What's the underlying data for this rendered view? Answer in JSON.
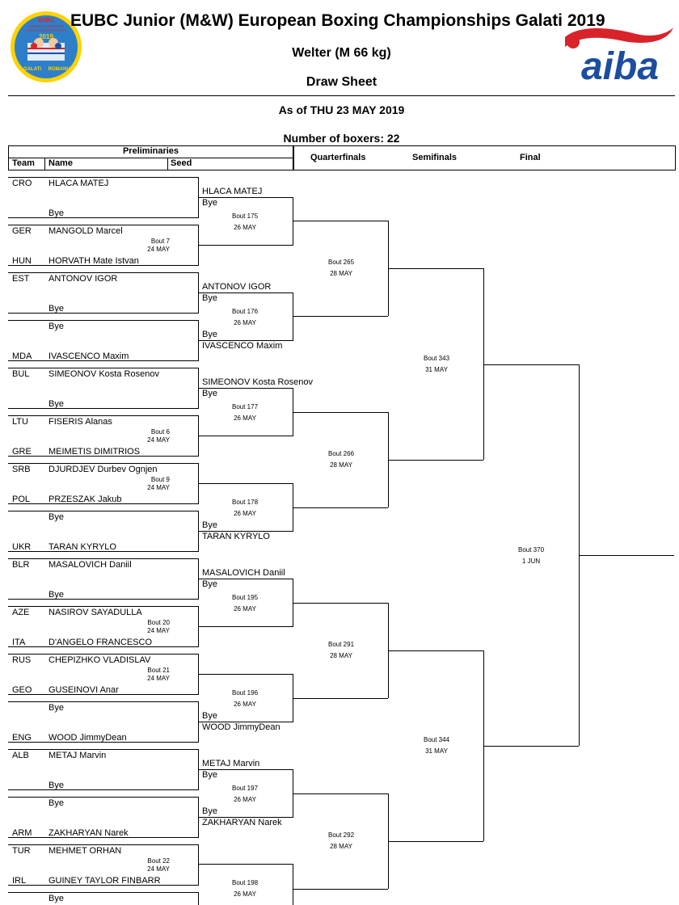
{
  "header": {
    "title": "EUBC Junior (M&W) European Boxing Championships Galati 2019",
    "category": "Welter (M 66 kg)",
    "sheet": "Draw Sheet",
    "as_of": "As of THU 23 MAY 2019",
    "boxers_count": "Number of boxers: 22"
  },
  "columns": {
    "preliminaries": "Preliminaries",
    "team": "Team",
    "name": "Name",
    "seed": "Seed",
    "quarterfinals": "Quarterfinals",
    "semifinals": "Semifinals",
    "final": "Final"
  },
  "logos": {
    "left_text": [
      "EUBC",
      "JUNIOR EUROPEAN",
      "BOXING CHAMPIONSHIPS",
      "2019",
      "GALATI",
      "ROMANIA"
    ],
    "right_text": "aiba",
    "left_colors": {
      "ring": "#ffd200",
      "background": "#2d7fc9",
      "outline": "#1e4fa0"
    },
    "right_colors": {
      "swoosh": "#d8232a",
      "text": "#1c4e9e"
    }
  },
  "entries": [
    {
      "team": "CRO",
      "name": "HLACA MATEJ"
    },
    {
      "team": "",
      "name": "Bye"
    },
    {
      "team": "GER",
      "name": "MANGOLD Marcel"
    },
    {
      "team": "HUN",
      "name": "HORVATH Mate Istvan"
    },
    {
      "team": "EST",
      "name": "ANTONOV IGOR"
    },
    {
      "team": "",
      "name": "Bye"
    },
    {
      "team": "",
      "name": "Bye"
    },
    {
      "team": "MDA",
      "name": "IVASCENCO Maxim"
    },
    {
      "team": "BUL",
      "name": "SIMEONOV Kosta Rosenov"
    },
    {
      "team": "",
      "name": "Bye"
    },
    {
      "team": "LTU",
      "name": "FISERIS Alanas"
    },
    {
      "team": "GRE",
      "name": "MEIMETIS DIMITRIOS"
    },
    {
      "team": "SRB",
      "name": "DJURDJEV Durbev Ognjen"
    },
    {
      "team": "POL",
      "name": "PRZESZAK Jakub"
    },
    {
      "team": "",
      "name": "Bye"
    },
    {
      "team": "UKR",
      "name": "TARAN KYRYLO"
    },
    {
      "team": "BLR",
      "name": "MASALOVICH Daniil"
    },
    {
      "team": "",
      "name": "Bye"
    },
    {
      "team": "AZE",
      "name": "NASIROV SAYADULLA"
    },
    {
      "team": "ITA",
      "name": "D'ANGELO FRANCESCO"
    },
    {
      "team": "RUS",
      "name": "CHEPIZHKO VLADISLAV"
    },
    {
      "team": "GEO",
      "name": "GUSEINOVI Anar"
    },
    {
      "team": "",
      "name": "Bye"
    },
    {
      "team": "ENG",
      "name": "WOOD JimmyDean"
    },
    {
      "team": "ALB",
      "name": "METAJ Marvin"
    },
    {
      "team": "",
      "name": "Bye"
    },
    {
      "team": "",
      "name": "Bye"
    },
    {
      "team": "ARM",
      "name": "ZAKHARYAN Narek"
    },
    {
      "team": "TUR",
      "name": "MEHMET ORHAN"
    },
    {
      "team": "IRL",
      "name": "GUINEY TAYLOR FINBARR"
    },
    {
      "team": "",
      "name": "Bye"
    }
  ],
  "prelim_bouts": [
    {
      "bout": "Bout 7",
      "date": "24 MAY"
    },
    {
      "bout": "Bout 6",
      "date": "24 MAY"
    },
    {
      "bout": "Bout 9",
      "date": "24 MAY"
    },
    {
      "bout": "Bout 20",
      "date": "24 MAY"
    },
    {
      "bout": "Bout 21",
      "date": "24 MAY"
    },
    {
      "bout": "Bout 22",
      "date": "24 MAY"
    }
  ],
  "r16": [
    {
      "top": "HLACA MATEJ",
      "bottom": "Bye",
      "bout": "Bout 175",
      "date": "26 MAY"
    },
    {
      "top": "ANTONOV IGOR",
      "bottom": "Bye",
      "bout": "Bout 176",
      "date": "26 MAY"
    },
    {
      "top": "Bye",
      "bottom": "IVASCENCO Maxim"
    },
    {
      "top": "SIMEONOV Kosta Rosenov",
      "bottom": "Bye",
      "bout": "Bout 177",
      "date": "26 MAY"
    },
    {
      "top": "",
      "bottom": "",
      "bout": "Bout 178",
      "date": "26 MAY"
    },
    {
      "top": "Bye",
      "bottom": "TARAN KYRYLO"
    },
    {
      "top": "MASALOVICH Daniil",
      "bottom": "Bye",
      "bout": "Bout 195",
      "date": "26 MAY"
    },
    {
      "top": "",
      "bottom": "",
      "bout": "Bout 196",
      "date": "26 MAY"
    },
    {
      "top": "Bye",
      "bottom": "WOOD JimmyDean"
    },
    {
      "top": "METAJ Marvin",
      "bottom": "Bye",
      "bout": "Bout 197",
      "date": "26 MAY"
    },
    {
      "top": "Bye",
      "bottom": "ZAKHARYAN Narek"
    },
    {
      "top": "",
      "bottom": "",
      "bout": "Bout 198",
      "date": "26 MAY"
    }
  ],
  "qf": [
    {
      "bout": "Bout 265",
      "date": "28 MAY"
    },
    {
      "bout": "Bout 266",
      "date": "28 MAY"
    },
    {
      "bout": "Bout 291",
      "date": "28 MAY"
    },
    {
      "bout": "Bout 292",
      "date": "28 MAY"
    }
  ],
  "sf": [
    {
      "bout": "Bout 343",
      "date": "31 MAY"
    },
    {
      "bout": "Bout 344",
      "date": "31 MAY"
    }
  ],
  "final": {
    "bout": "Bout 370",
    "date": "1 JUN"
  }
}
